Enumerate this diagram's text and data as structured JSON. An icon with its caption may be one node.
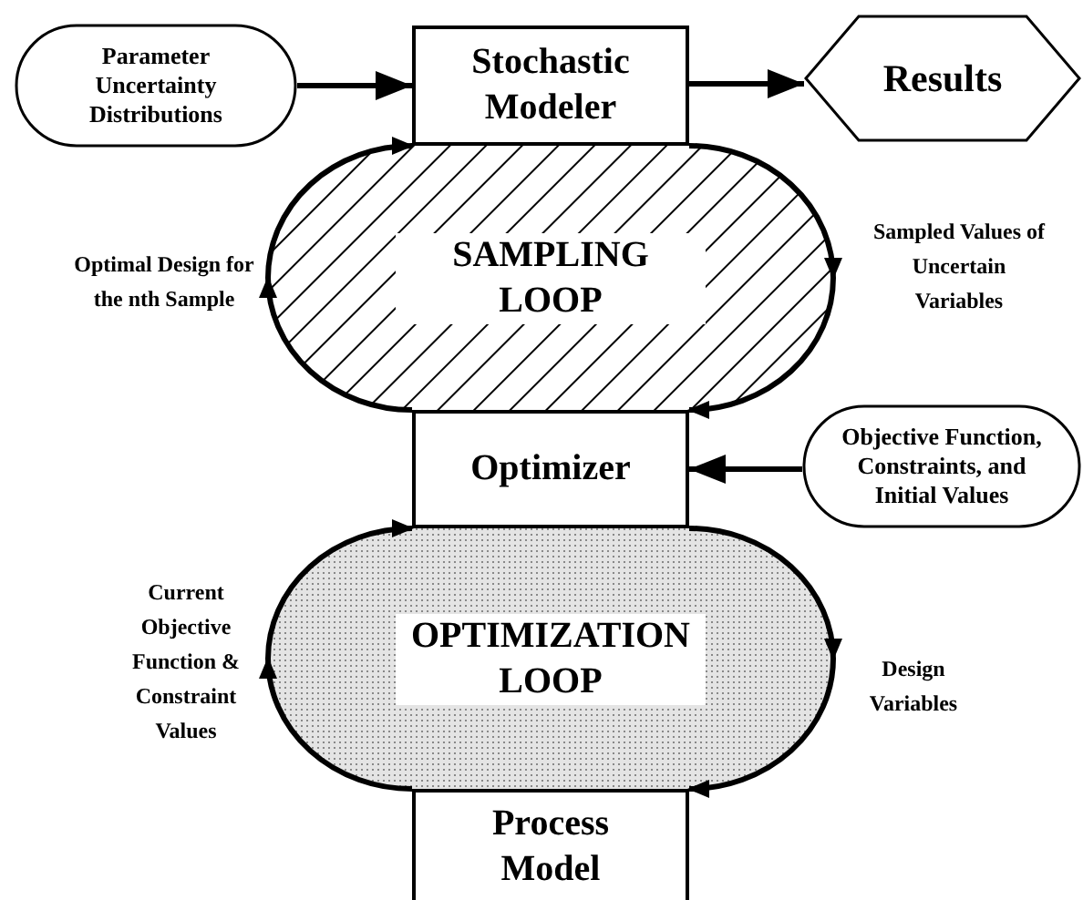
{
  "diagram": {
    "nodes": [
      {
        "text": [
          "Parameter Uncertainty Distributions"
        ]
      },
      {
        "text": [
          "Stochastic Modeler"
        ]
      },
      {
        "text": [
          "Results"
        ]
      },
      {
        "text": [
          "SAMPLING LOOP"
        ]
      },
      {
        "text": [
          "Optimizer"
        ]
      },
      {
        "text": [
          "Objective Function, Constraints, and Initial Values"
        ]
      },
      {
        "text": [
          "OPTIMIZATION LOOP"
        ]
      },
      {
        "text": [
          "Process Model"
        ]
      }
    ],
    "edges": [
      {
        "from": 0,
        "to": 1,
        "arrow": "to"
      },
      {
        "from": 1,
        "to": 2,
        "arrow": "to"
      },
      {
        "from": 1,
        "to": 4,
        "arrow": "to",
        "label": "Sampled Values of Uncertain Variables"
      },
      {
        "from": 4,
        "to": 1,
        "arrow": "to",
        "label": "Optimal Design for the nth Sample"
      },
      {
        "from": 5,
        "to": 4,
        "arrow": "to"
      },
      {
        "from": 4,
        "to": 7,
        "arrow": "to",
        "label": "Design Variables"
      },
      {
        "from": 7,
        "to": 4,
        "arrow": "to",
        "label": "Current Objective Function & Constraint Values"
      }
    ]
  }
}
